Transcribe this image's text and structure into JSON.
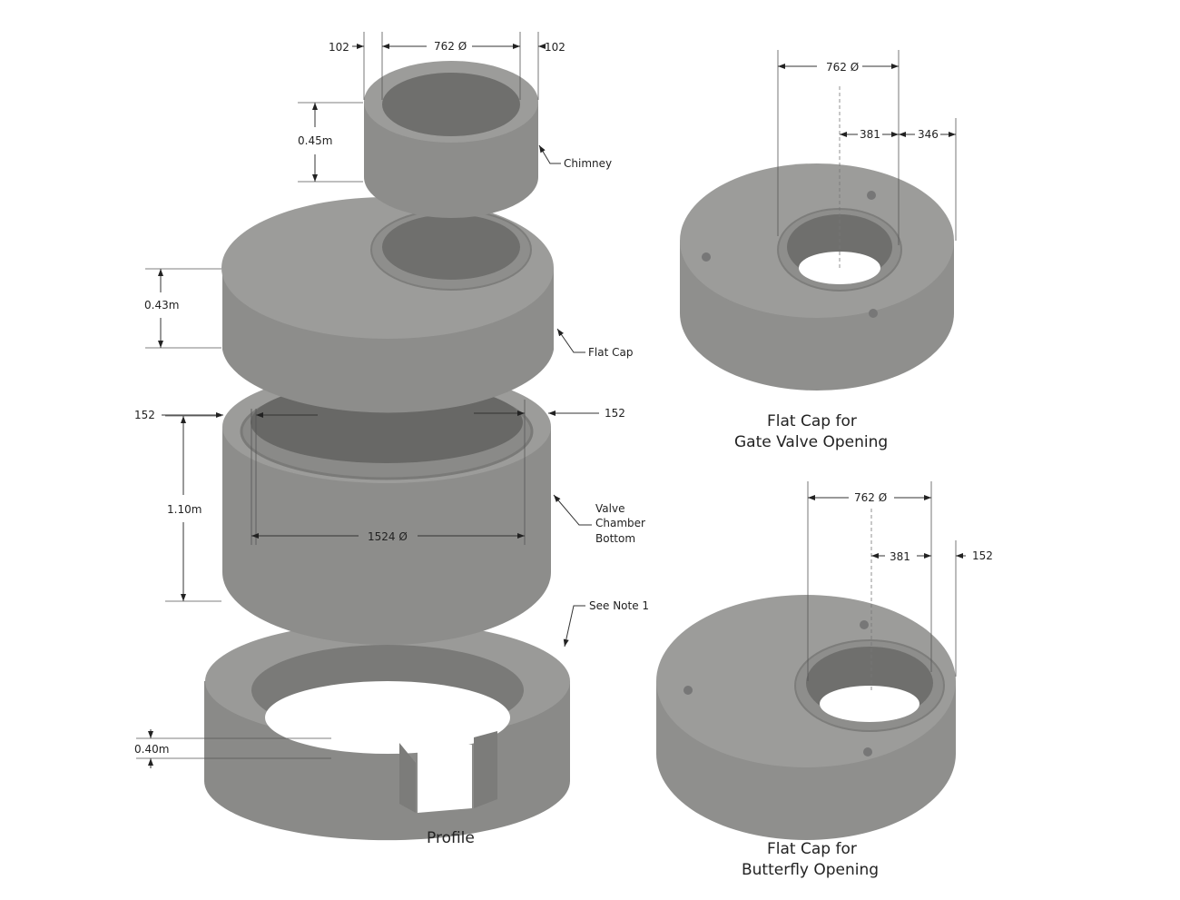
{
  "colors": {
    "side": "#8d8d8b",
    "top": "#9c9c9a",
    "inner": "#6f6f6d",
    "line": "#333333"
  },
  "profile": {
    "caption": "Profile",
    "chimney": {
      "label": "Chimney",
      "dim_left": "102",
      "dim_dia": "762 Ø",
      "dim_right": "102",
      "height": "0.45m"
    },
    "flat_cap": {
      "label": "Flat Cap",
      "height": "0.43m"
    },
    "chamber": {
      "label_line1": "Valve",
      "label_line2": "Chamber",
      "label_line3": "Bottom",
      "dim_left": "152",
      "dim_right": "152",
      "height": "1.10m",
      "dia": "1524 Ø"
    },
    "base": {
      "note": "See Note 1",
      "height": "0.40m"
    }
  },
  "gate_cap": {
    "caption_line1": "Flat Cap for",
    "caption_line2": "Gate Valve Opening",
    "dia": "762 Ø",
    "offset": "381",
    "edge": "346"
  },
  "butterfly_cap": {
    "caption_line1": "Flat Cap for",
    "caption_line2": "Butterfly Opening",
    "dia": "762 Ø",
    "offset": "381",
    "edge": "152"
  }
}
